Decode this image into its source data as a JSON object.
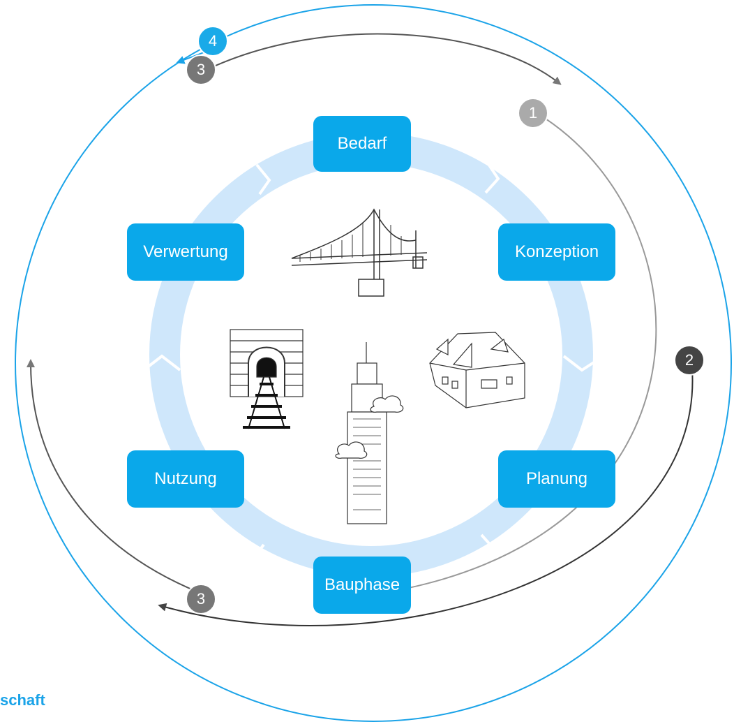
{
  "phases": {
    "bedarf": "Bedarf",
    "konzeption": "Konzeption",
    "planung": "Planung",
    "bauphase": "Bauphase",
    "nutzung": "Nutzung",
    "verwertung": "Verwertung"
  },
  "badges": {
    "four": "4",
    "three_top": "3",
    "one": "1",
    "two": "2",
    "three_bottom": "3"
  },
  "corner_text": "schaft",
  "colors": {
    "phase_box": "#0aa8ea",
    "cycle_ring": "#cfe7fb",
    "outer_ring": "#1aa3e8",
    "arrow_dark": "#333333",
    "arrow_mid": "#777777",
    "arrow_light": "#999999"
  },
  "icons": [
    "bridge-icon",
    "tunnel-icon",
    "skyscraper-icon",
    "house-icon"
  ]
}
